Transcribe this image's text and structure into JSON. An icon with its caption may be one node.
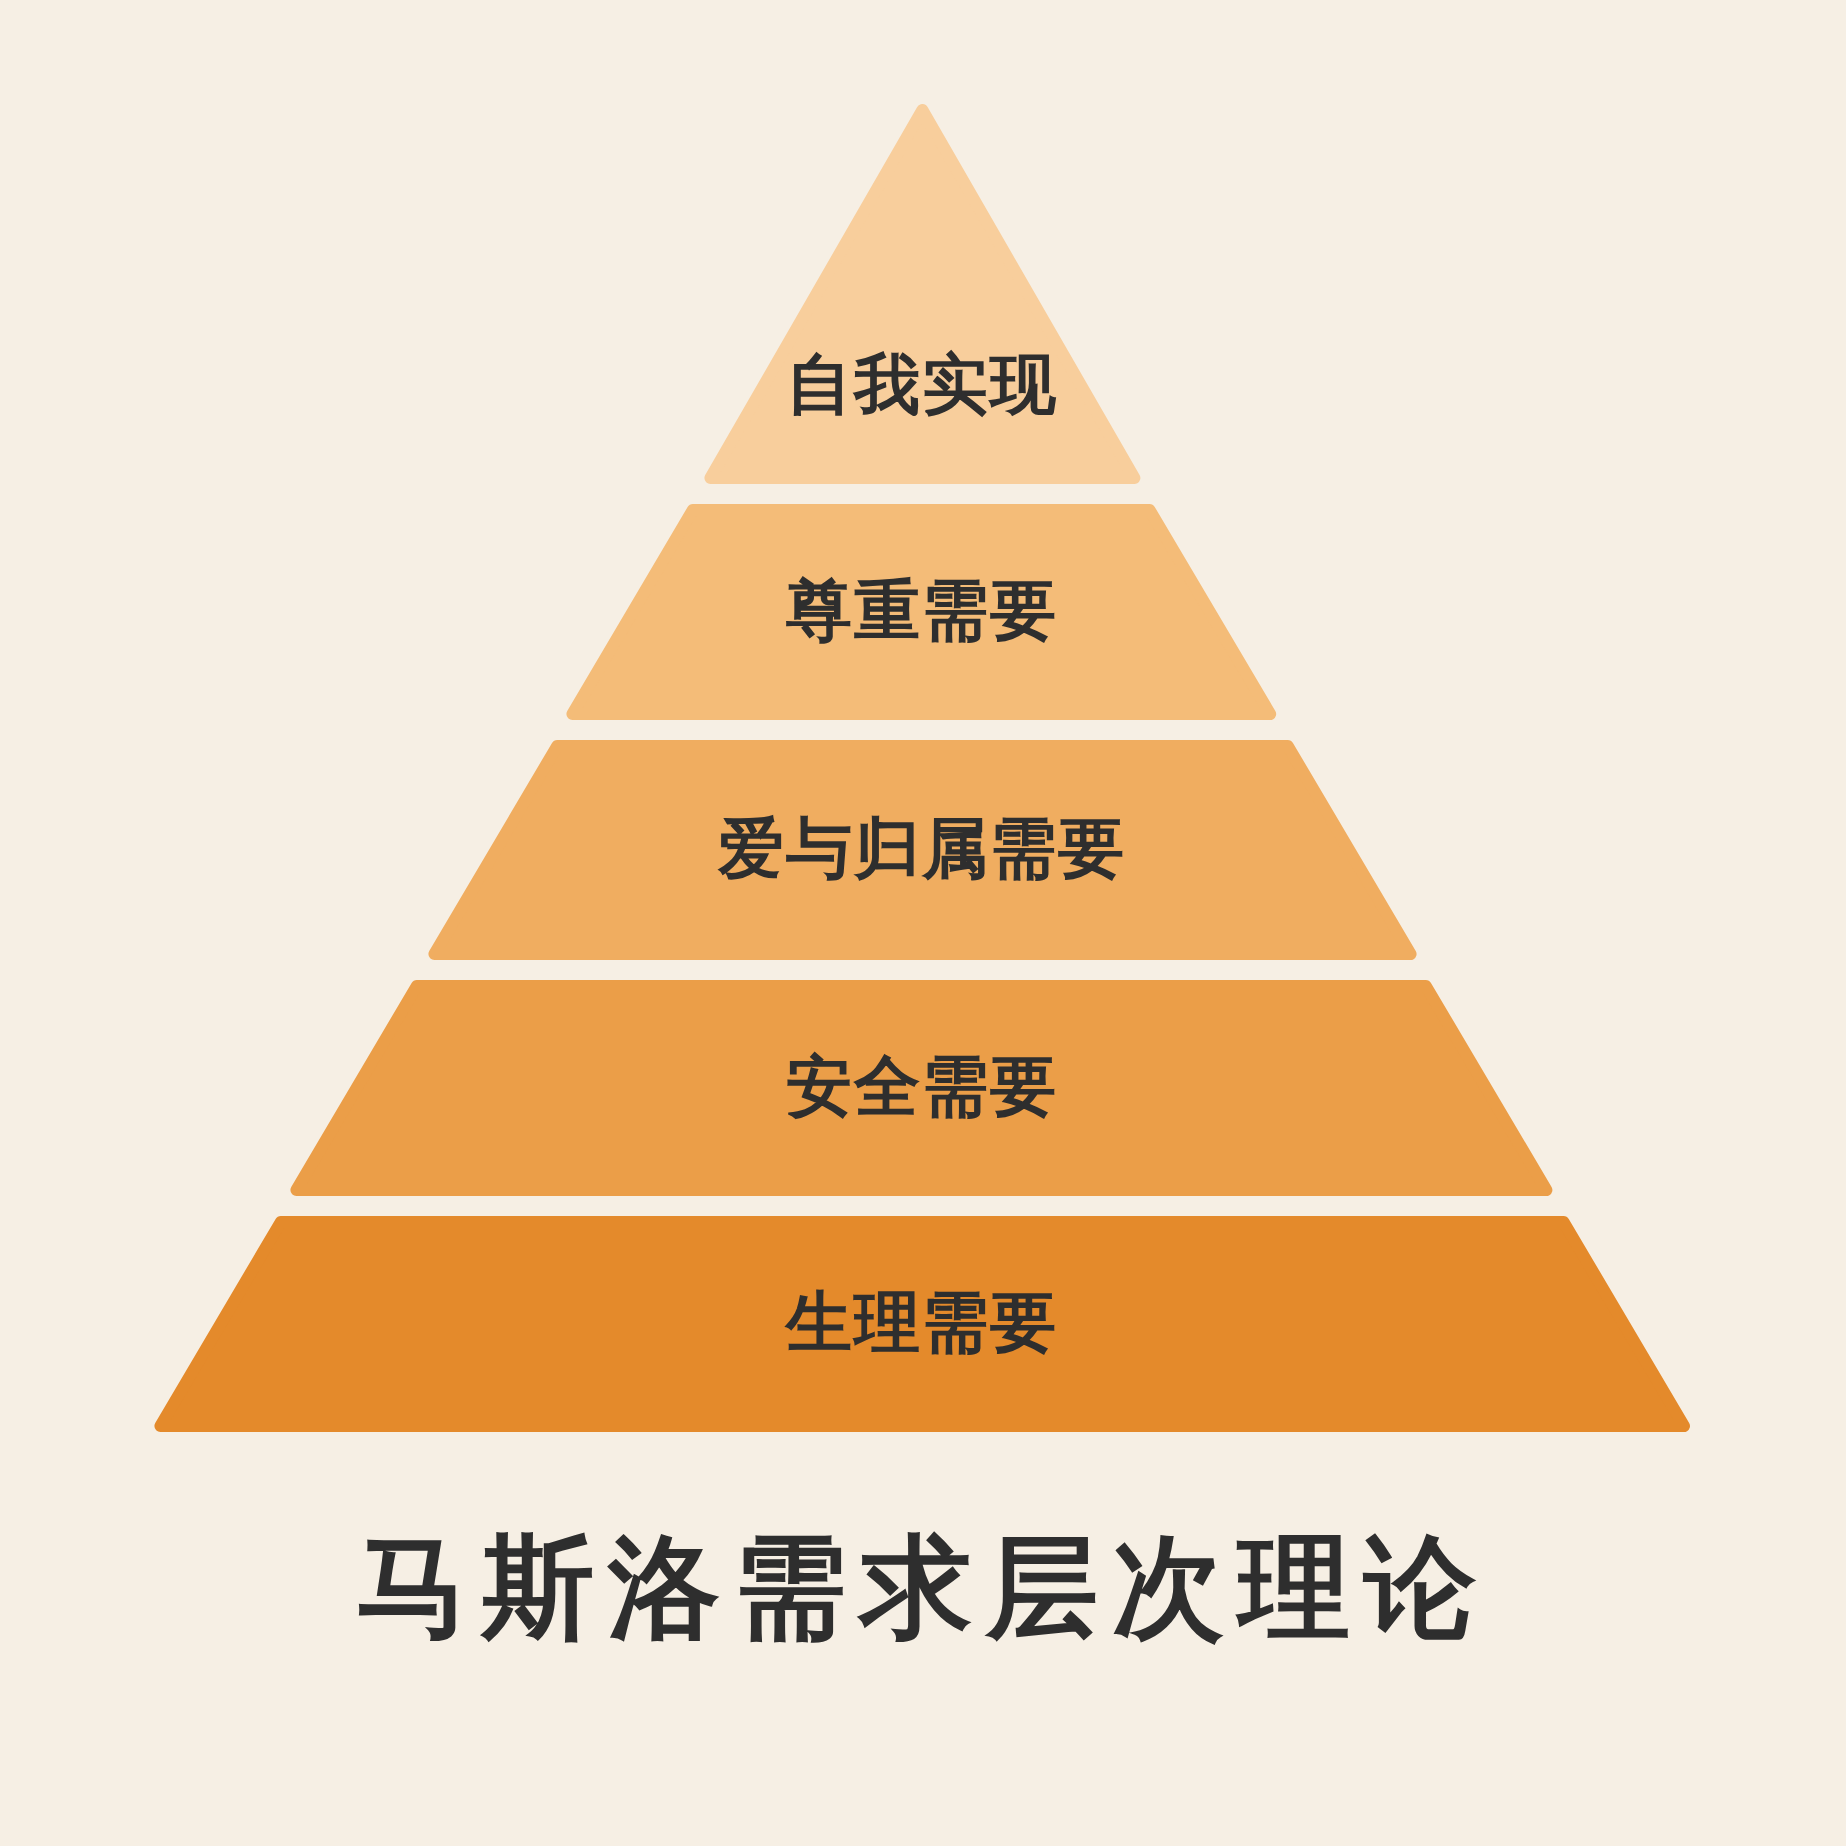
{
  "diagram": {
    "caption": "马斯洛需求层次理论",
    "nodes": [
      {
        "text": [
          "自我实现"
        ]
      },
      {
        "text": [
          "尊重需要"
        ]
      },
      {
        "text": [
          "爱与归属需要"
        ]
      },
      {
        "text": [
          "安全需要"
        ]
      },
      {
        "text": [
          "生理需要"
        ]
      }
    ]
  }
}
